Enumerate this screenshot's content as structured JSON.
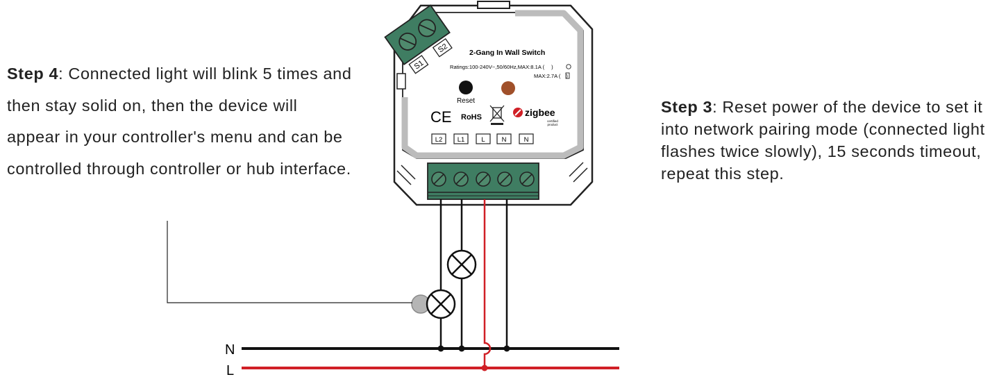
{
  "step4": {
    "label": "Step 4",
    "text": ": Connected light will blink 5 times and then stay solid on, then the device will appear in your controller's menu and can be controlled through controller or hub interface."
  },
  "step3": {
    "label": "Step 3",
    "text": ": Reset power of the device to set it into network pairing mode (connected light flashes twice slowly), 15 seconds timeout, repeat this step."
  },
  "device": {
    "title": "2-Gang In Wall Switch",
    "ratings_line1": "Ratings:100-240V~,50/60Hz,MAX:8.1A (",
    "ratings_line1_end": ")",
    "ratings_line2": "MAX:2.7A (",
    "ratings_line2_end": ")",
    "reset_label": "Reset",
    "ce_mark": "CE",
    "rohs_mark": "RoHS",
    "zigbee_brand": "zigbee",
    "zigbee_certified_1": "certified",
    "zigbee_certified_2": "product",
    "top_terminals": [
      "S1",
      "S2"
    ],
    "bottom_terminals": [
      "L2",
      "L1",
      "L",
      "N",
      "N"
    ]
  },
  "bus": {
    "n_label": "N",
    "l_label": "L"
  },
  "colors": {
    "line_black": "#111111",
    "line_red": "#d01f26",
    "terminal_green": "#3f7d62",
    "reset_button": "#111111",
    "status_led": "#a0502a",
    "indicator_grey": "#b5b5b5"
  }
}
